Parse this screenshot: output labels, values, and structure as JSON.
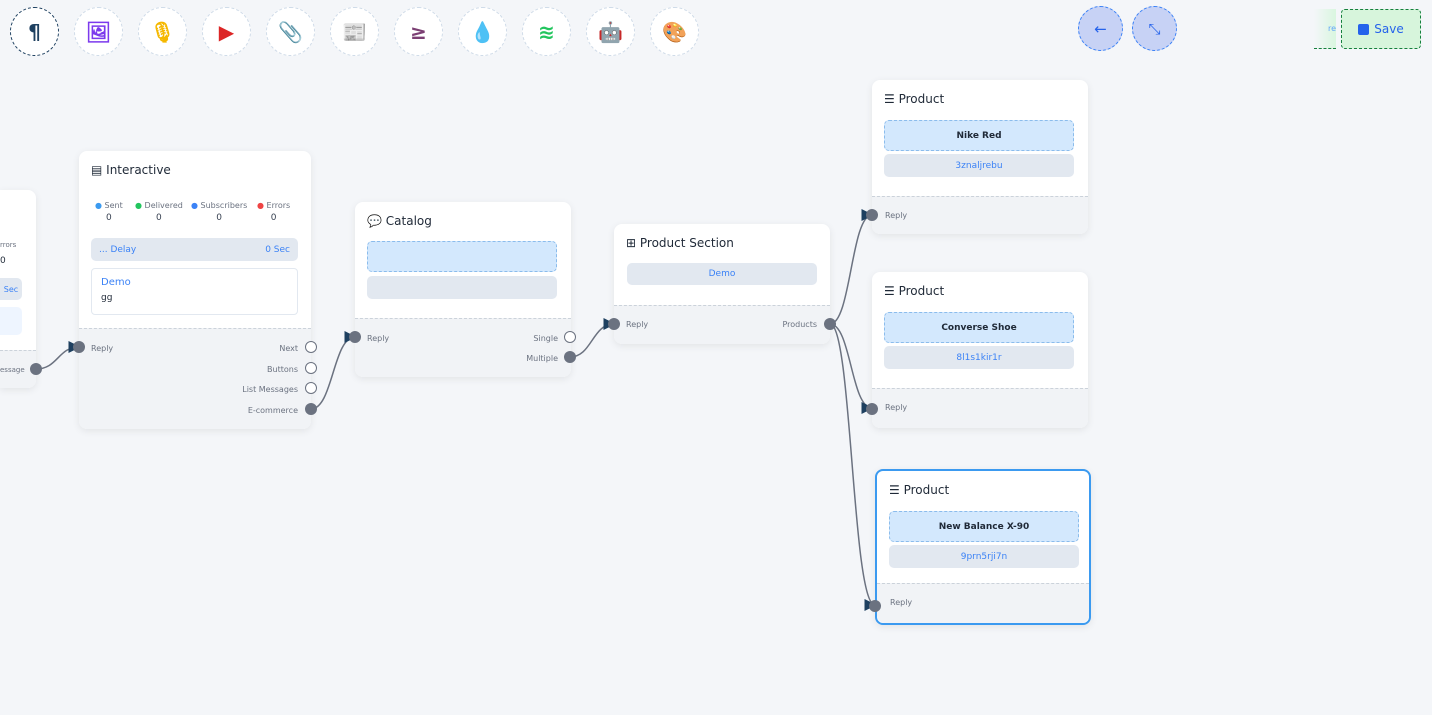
{
  "toolbar": {
    "tools": [
      {
        "icon": "paragraph-icon",
        "glyph": "¶",
        "color": "#1e4060"
      },
      {
        "icon": "image-icon",
        "glyph": "🖼",
        "color": "#7c3aed"
      },
      {
        "icon": "microphone-icon",
        "glyph": "🎙",
        "color": "#f5b800"
      },
      {
        "icon": "youtube-icon",
        "glyph": "▶",
        "color": "#dc2626"
      },
      {
        "icon": "paperclip-icon",
        "glyph": "📎",
        "color": "#16a34a"
      },
      {
        "icon": "newspaper-icon",
        "glyph": "📰",
        "color": "#f87171"
      },
      {
        "icon": "greater-equal-icon",
        "glyph": "≥",
        "color": "#7b3f73"
      },
      {
        "icon": "droplet-icon",
        "glyph": "💧",
        "color": "#c8102e"
      },
      {
        "icon": "stack-icon",
        "glyph": "≋",
        "color": "#22c55e"
      },
      {
        "icon": "robot-icon",
        "glyph": "🤖",
        "color": "#1d1dfc"
      },
      {
        "icon": "palette-icon",
        "glyph": "🎨",
        "color": "#16d016"
      }
    ]
  },
  "controls": {
    "back_icon": "←",
    "collapse_icon": "⤡",
    "save_label": "Save",
    "partial_label": "re"
  },
  "left_node": {
    "errors_label": "rrors",
    "errors_value": "0",
    "delay_value": "Sec",
    "output_label": "essage"
  },
  "interactive": {
    "title": "Interactive",
    "stats": [
      {
        "label": "Sent",
        "value": "0",
        "color": "#3b9af0"
      },
      {
        "label": "Delivered",
        "value": "0",
        "color": "#22c55e"
      },
      {
        "label": "Subscribers",
        "value": "0",
        "color": "#3b82f6"
      },
      {
        "label": "Errors",
        "value": "0",
        "color": "#ef4444"
      }
    ],
    "delay_label": "... Delay",
    "delay_value": "0 Sec",
    "message_title": "Demo",
    "message_body": "gg",
    "input": "Reply",
    "outputs": [
      "Next",
      "Buttons",
      "List Messages",
      "E-commerce"
    ]
  },
  "catalog": {
    "title": "Catalog",
    "input": "Reply",
    "outputs": [
      "Single",
      "Multiple"
    ]
  },
  "product_section": {
    "title": "Product Section",
    "section_name": "Demo",
    "input": "Reply",
    "output": "Products"
  },
  "products": [
    {
      "title": "Product",
      "name": "Nike Red",
      "id": "3znaljrebu",
      "input": "Reply"
    },
    {
      "title": "Product",
      "name": "Converse Shoe",
      "id": "8l1s1kir1r",
      "input": "Reply"
    },
    {
      "title": "Product",
      "name": "New Balance X-90",
      "id": "9prn5rji7n",
      "input": "Reply"
    }
  ]
}
